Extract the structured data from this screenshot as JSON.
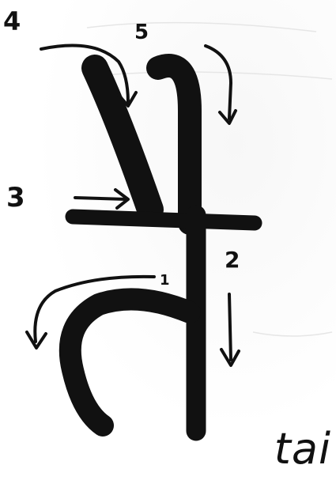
{
  "stroke_numbers": {
    "n1": "1",
    "n2": "2",
    "n3": "3",
    "n4": "4",
    "n5": "5"
  },
  "romanization": "tai",
  "colors": {
    "ink": "#111111",
    "paper": "#ffffff"
  }
}
